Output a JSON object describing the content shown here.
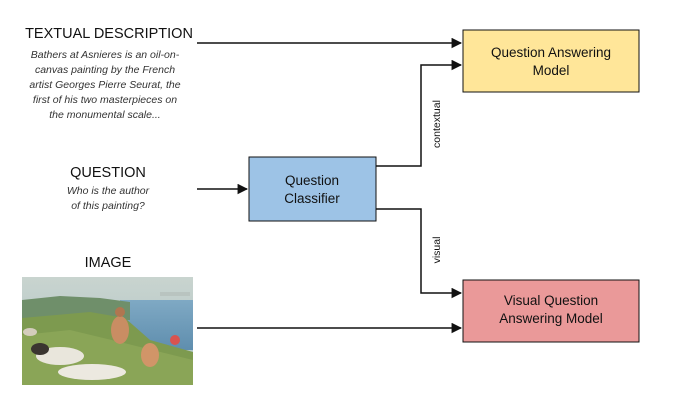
{
  "inputs": {
    "textual": {
      "heading": "TEXTUAL DESCRIPTION",
      "lines": [
        "Bathers at Asnieres is an oil-on-",
        "canvas painting by the French",
        "artist Georges Pierre Seurat, the",
        "first of his two masterpieces on",
        "the monumental scale..."
      ]
    },
    "question": {
      "heading": "QUESTION",
      "lines": [
        "Who is the author",
        "of this painting?"
      ]
    },
    "image": {
      "heading": "IMAGE",
      "picture": "painting-thumbnail"
    }
  },
  "nodes": {
    "classifier": {
      "lines": [
        "Question",
        "Classifier"
      ],
      "color": "#9dc3e6"
    },
    "qa": {
      "lines": [
        "Question Answering",
        "Model"
      ],
      "color": "#ffe699"
    },
    "vqa": {
      "lines": [
        "Visual Question",
        "Answering Model"
      ],
      "color": "#ea9999"
    }
  },
  "edges": {
    "contextual": "contextual",
    "visual": "visual"
  },
  "palette": {
    "stroke": "#111111"
  }
}
